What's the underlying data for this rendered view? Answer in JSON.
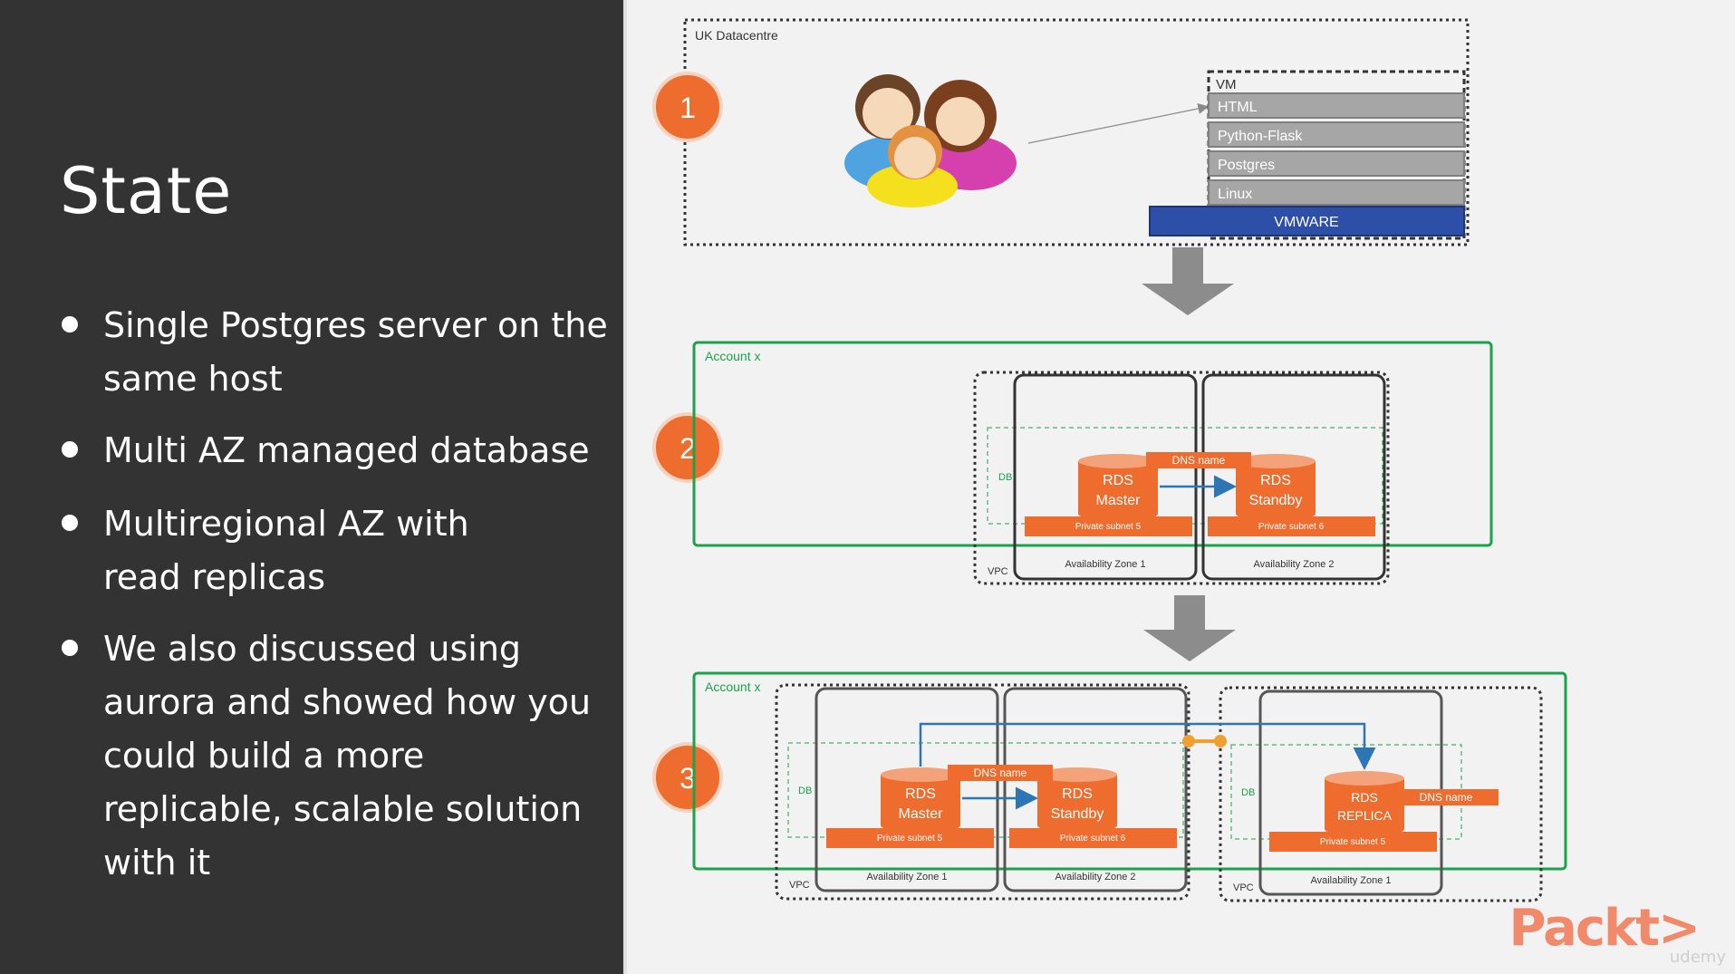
{
  "slide": {
    "title": "State",
    "bullets": [
      [
        "Single Postgres server on the",
        "same host"
      ],
      [
        "Multi AZ managed database"
      ],
      [
        "Multiregional AZ with",
        "read replicas"
      ],
      [
        "We also discussed using",
        "aurora and showed how you",
        "could build a more",
        "replicable, scalable solution",
        "with it"
      ]
    ]
  },
  "diagram": {
    "step1": {
      "number": "1",
      "container_label": "UK Datacentre",
      "users_icon": "users-group-icon",
      "vm_label": "VM",
      "layers": [
        "HTML",
        "Python-Flask",
        "Postgres",
        "Linux"
      ],
      "hypervisor": "VMWARE"
    },
    "step2": {
      "number": "2",
      "account_label": "Account x",
      "db_label": "DB",
      "vpc_label": "VPC",
      "dns_label": "DNS name",
      "master_label": [
        "RDS",
        "Master"
      ],
      "standby_label": [
        "RDS",
        "Standby"
      ],
      "subnet_a": "Private subnet 5",
      "subnet_b": "Private subnet 6",
      "az_a": "Availability Zone 1",
      "az_b": "Availability Zone 2"
    },
    "step3": {
      "number": "3",
      "account_label": "Account x",
      "db_label": "DB",
      "vpc_label": "VPC",
      "dns_label": "DNS name",
      "master_label": [
        "RDS",
        "Master"
      ],
      "standby_label": [
        "RDS",
        "Standby"
      ],
      "replica_label": [
        "RDS",
        "REPLICA"
      ],
      "replica_dns_label": "DNS name",
      "subnet_a": "Private subnet 5",
      "subnet_b": "Private subnet 6",
      "subnet_c": "Private subnet 5",
      "az_a": "Availability Zone 1",
      "az_b": "Availability Zone 2",
      "az_c": "Availability Zone 1"
    }
  },
  "branding": {
    "logo": "Packt>",
    "watermark": "udemy"
  },
  "colors": {
    "step_circle": "#ee6c2d",
    "rds_orange": "#ee6c2d",
    "account_green": "#1aa34a",
    "vmware_blue": "#2e4fa8",
    "arrow_blue": "#2e75b6",
    "layer_grey": "#a6a6a6"
  }
}
